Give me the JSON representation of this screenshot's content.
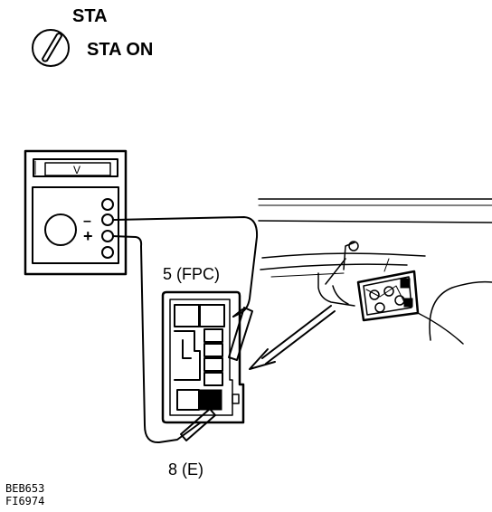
{
  "ignition": {
    "label_top": "STA",
    "label_main": "STA ON"
  },
  "meter": {
    "display": "V",
    "minus": "–",
    "plus": "+"
  },
  "terminals": {
    "upper": "5 (FPC)",
    "lower": "8 (E)"
  },
  "footer": {
    "code1": "BEB653",
    "code2": "FI6974"
  }
}
